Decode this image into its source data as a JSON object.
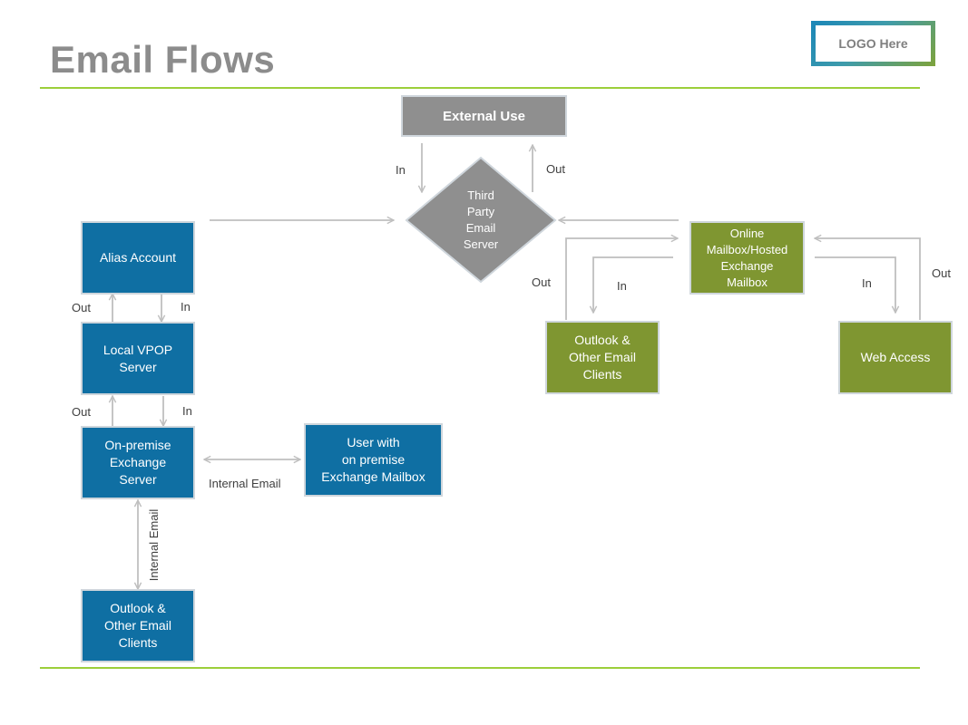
{
  "page": {
    "title": "Email Flows",
    "logo_text": "LOGO Here"
  },
  "colors": {
    "accent_rule": "#9ccf3a",
    "blue_box": "#0f6fa3",
    "green_box": "#7f9631",
    "gray_box": "#8f8f8f",
    "connector": "#bfbfbf"
  },
  "nodes": {
    "external_use": "External Use",
    "third_party": "Third\nParty\nEmail\nServer",
    "alias_account": "Alias Account",
    "local_vpop": "Local VPOP\nServer",
    "on_premise_exchange": "On-premise\nExchange\nServer",
    "user_on_premise": "User with\non premise\nExchange Mailbox",
    "outlook_left": "Outlook &\nOther Email\nClients",
    "online_mailbox": "Online\nMailbox/Hosted\nExchange\nMailbox",
    "outlook_right": "Outlook &\nOther Email\nClients",
    "web_access": "Web Access"
  },
  "labels": {
    "ext_in": "In",
    "ext_out": "Out",
    "alias_out": "Out",
    "alias_in": "In",
    "vpop_out": "Out",
    "vpop_in": "In",
    "internal_email_h": "Internal Email",
    "internal_email_v": "Internal Email",
    "online_out_left": "Out",
    "online_in_left": "In",
    "online_in_right": "In",
    "online_out_right": "Out"
  }
}
